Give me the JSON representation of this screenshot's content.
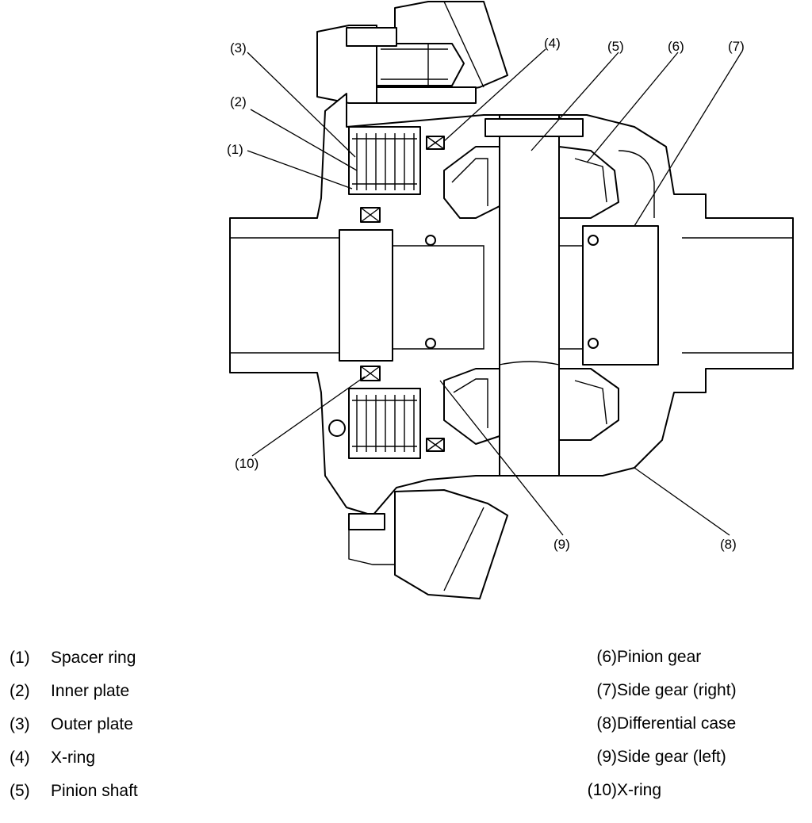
{
  "callouts": [
    {
      "num": "(1)"
    },
    {
      "num": "(2)"
    },
    {
      "num": "(3)"
    },
    {
      "num": "(4)"
    },
    {
      "num": "(5)"
    },
    {
      "num": "(6)"
    },
    {
      "num": "(7)"
    },
    {
      "num": "(8)"
    },
    {
      "num": "(9)"
    },
    {
      "num": "(10)"
    }
  ],
  "legend": {
    "left": [
      {
        "num": "(1)",
        "name": "Spacer ring"
      },
      {
        "num": "(2)",
        "name": "Inner plate"
      },
      {
        "num": "(3)",
        "name": "Outer plate"
      },
      {
        "num": "(4)",
        "name": "X-ring"
      },
      {
        "num": "(5)",
        "name": "Pinion shaft"
      }
    ],
    "right": [
      {
        "num": "(6)",
        "name": "Pinion gear"
      },
      {
        "num": "(7)",
        "name": "Side gear (right)"
      },
      {
        "num": "(8)",
        "name": "Differential case"
      },
      {
        "num": "(9)",
        "name": "Side gear (left)"
      },
      {
        "num": "(10)",
        "name": "X-ring"
      }
    ]
  }
}
